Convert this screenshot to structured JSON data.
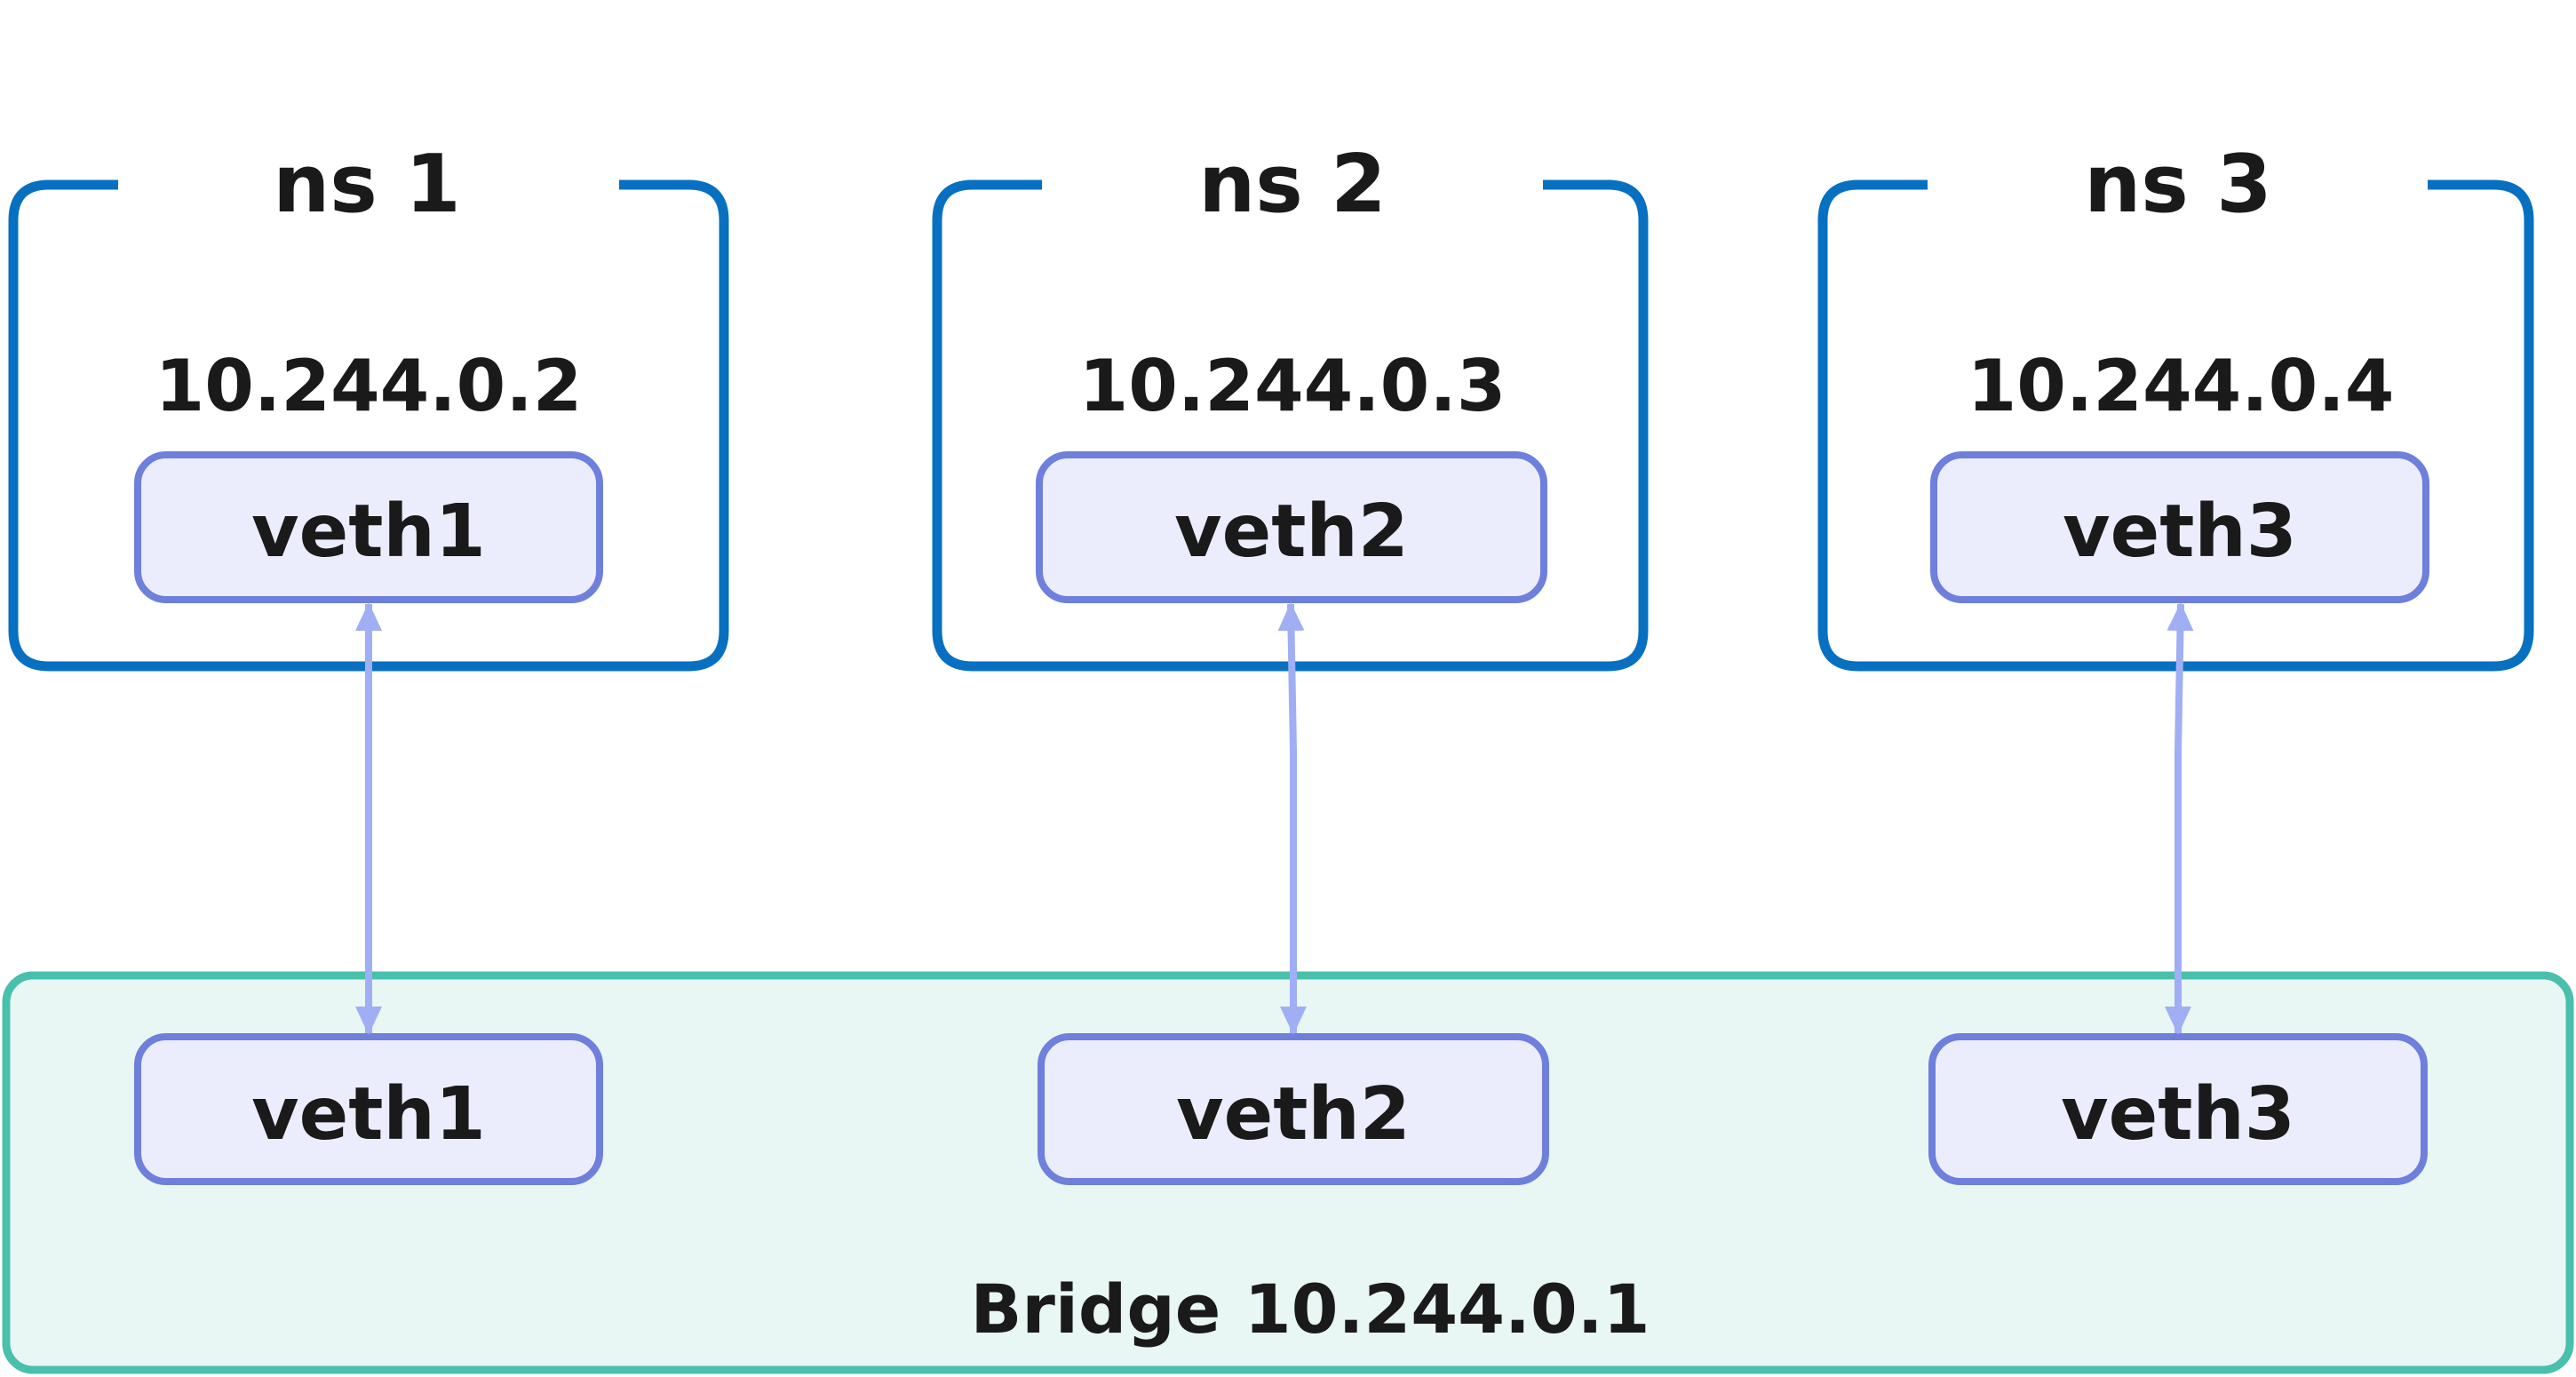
{
  "colors": {
    "namespace_border": "#0870C0",
    "interface_border": "#6E7FDC",
    "interface_fill": "#ECEDFC",
    "bridge_border": "#48C0AC",
    "bridge_fill": "#E8F7F4",
    "link": "#A0AEF4",
    "text": "#1A1A1A"
  },
  "namespaces": [
    {
      "title": "ns 1",
      "ip": "10.244.0.2",
      "interface": "veth1"
    },
    {
      "title": "ns 2",
      "ip": "10.244.0.3",
      "interface": "veth2"
    },
    {
      "title": "ns 3",
      "ip": "10.244.0.4",
      "interface": "veth3"
    }
  ],
  "bridge": {
    "label": "Bridge 10.244.0.1",
    "interfaces": [
      "veth1",
      "veth2",
      "veth3"
    ]
  },
  "links": [
    {
      "from": "ns 1 veth1",
      "to": "bridge veth1",
      "style": "bidirectional-arrow"
    },
    {
      "from": "ns 2 veth2",
      "to": "bridge veth2",
      "style": "bidirectional-arrow"
    },
    {
      "from": "ns 3 veth3",
      "to": "bridge veth3",
      "style": "bidirectional-arrow"
    }
  ]
}
